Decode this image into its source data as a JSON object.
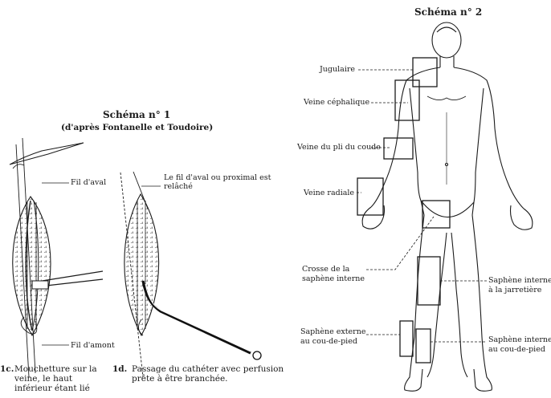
{
  "schema1": {
    "title": "Schéma n° 1",
    "subtitle": "(d'après Fontanelle et Toudoire)",
    "labels": {
      "fil_aval": "Fil d'aval",
      "fil_amont": "Fil d'amont",
      "fil_relache": "Le fil d'aval ou proximal est relâché"
    },
    "captions": {
      "c1c_num": "1c.",
      "c1c_text": "Mouchetture sur la veine, le haut inférieur étant lié",
      "c1d_num": "1d.",
      "c1d_text": "Passage du cathéter avec perfusion prête à être branchée."
    }
  },
  "schema2": {
    "title": "Schéma n° 2",
    "labels": {
      "jugulaire": "Jugulaire",
      "cephalique": "Veine céphalique",
      "pli_coude": "Veine du pli du coude",
      "radiale": "Veine radiale",
      "crosse_1": "Crosse de la",
      "crosse_2": "saphène interne",
      "jarretiere_1": "Saphène interne",
      "jarretiere_2": "à la jarretière",
      "externe_1": "Saphène externe",
      "externe_2": "au cou-de-pied",
      "interne_pied_1": "Saphène interne",
      "interne_pied_2": "au cou-de-pied"
    }
  },
  "colors": {
    "ink": "#1b1b1b",
    "paper": "#ffffff"
  }
}
